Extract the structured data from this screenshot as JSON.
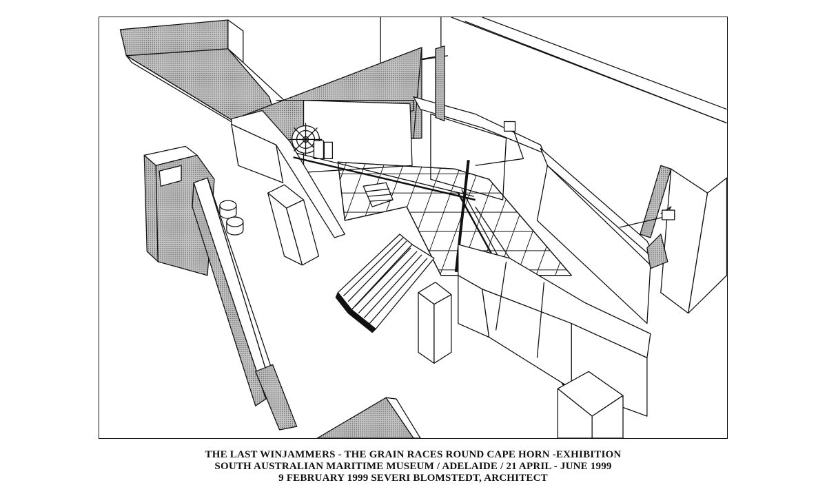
{
  "caption": {
    "line1": "THE LAST WINJAMMERS - THE GRAIN RACES ROUND CAPE HORN -EXHIBITION",
    "line2": "SOUTH AUSTRALIAN MARITIME MUSEUM / ADELAIDE / 21 APRIL - JUNE 1999",
    "line3": "9 FEBRUARY 1999 SEVERI BLOMSTEDT, ARCHITECT"
  },
  "colors": {
    "ink": "#111111",
    "paper": "#ffffff",
    "stipple": "#b9b9b9"
  }
}
